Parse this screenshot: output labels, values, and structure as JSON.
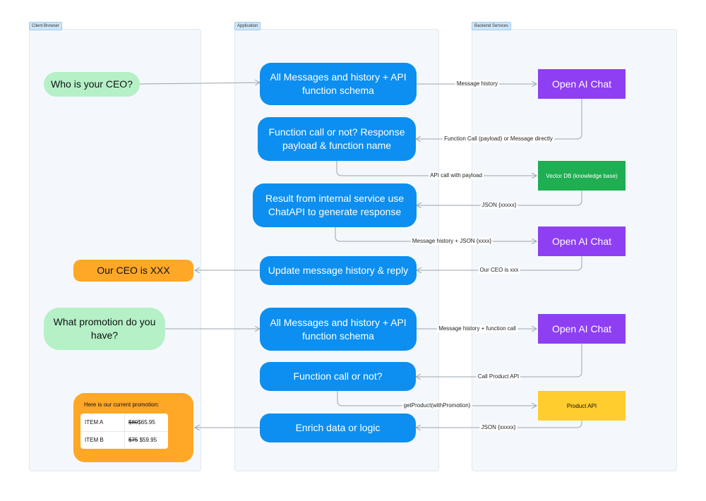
{
  "lanes": {
    "client": "Client Browser",
    "app": "Application",
    "backend": "Backend Services"
  },
  "client": {
    "q1": "Who is your CEO?",
    "a1": "Our CEO is XXX",
    "q2": "What promotion do you have?",
    "promo_title": "Here is our current promotion:",
    "promo_items": [
      {
        "name": "ITEM A",
        "old_price": "$80",
        "new_price": "$65.95"
      },
      {
        "name": "ITEM B",
        "old_price": "$75",
        "new_price": "$59.95"
      }
    ]
  },
  "app": {
    "n1": "All Messages and history + API function schema",
    "n2": "Function call or not? Response payload & function name",
    "n3": "Result from internal service use ChatAPI to generate response",
    "n4": "Update message history & reply",
    "n5": "All Messages and history + API function schema",
    "n6": "Function call or not?",
    "n7": "Enrich data or logic"
  },
  "backend": {
    "openai1": "Open AI Chat",
    "vectordb": "Vector DB (knowledge base)",
    "openai2": "Open AI Chat",
    "openai3": "Open AI Chat",
    "product_api": "Product API"
  },
  "edges": {
    "e1": "Message history",
    "e2": "Function Call (payload) or Message directly",
    "e3": "API call with payload",
    "e4": "JSON {xxxxx}",
    "e5": "Message history + JSON {xxxx}",
    "e6": "Our CEO is xxx",
    "e7": "Message history + function call",
    "e8": "Call Product API",
    "e9": "getProduct(withPromotion)",
    "e10": "JSON {xxxxx}"
  },
  "colors": {
    "app_node": "#0c8ff0",
    "question_node": "#b5f0c7",
    "answer_node": "#ffa726",
    "openai_node": "#8e3ff2",
    "vectordb_node": "#1fae52",
    "product_api_node": "#ffcd2d",
    "lane_bg": "#f4f8fc"
  }
}
